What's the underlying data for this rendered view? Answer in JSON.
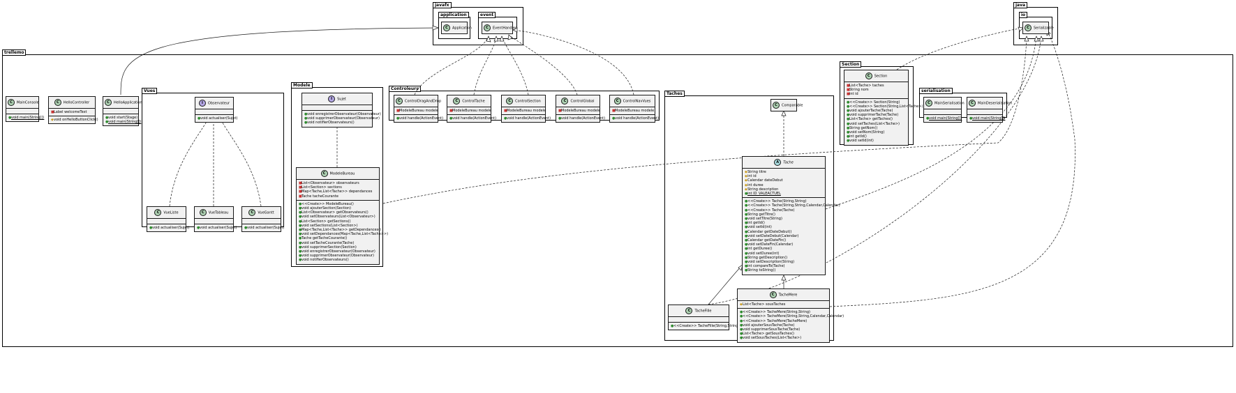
{
  "packages": {
    "javafx": "javafx",
    "application": "application",
    "event": "event",
    "java": "java",
    "io": "io",
    "trellemo": "trellemo",
    "vues": "Vues",
    "modele": "Modele",
    "controleurs": "Controleurs",
    "taches": "Taches",
    "section": "Section",
    "serialisation": "serialisation"
  },
  "classes": {
    "application": {
      "kind": "C",
      "name": "Application"
    },
    "eventhandler": {
      "kind": "C",
      "name": "EventHandler"
    },
    "serializable": {
      "kind": "C",
      "name": "Serializable"
    },
    "mainconsole": {
      "kind": "C",
      "name": "MainConsole",
      "fields": [],
      "methods": [
        {
          "v": "+",
          "t": "void main(String[])",
          "u": true
        }
      ]
    },
    "hellocontroller": {
      "kind": "C",
      "name": "HelloController",
      "fields": [
        {
          "v": "-",
          "t": "Label welcomeText"
        }
      ],
      "methods": [
        {
          "v": "#",
          "t": "void onHelloButtonClick()"
        }
      ]
    },
    "helloapplication": {
      "kind": "C",
      "name": "HelloApplication",
      "fields": [],
      "methods": [
        {
          "v": "+",
          "t": "void start(Stage)"
        },
        {
          "v": "+",
          "t": "void main(String[])",
          "u": true
        }
      ]
    },
    "observateur": {
      "kind": "I",
      "name": "Observateur",
      "fields": [],
      "methods": [
        {
          "v": "+",
          "t": "void actualiser(Sujet)"
        }
      ]
    },
    "vueliste": {
      "kind": "C",
      "name": "VueListe",
      "fields": [],
      "methods": [
        {
          "v": "+",
          "t": "void actualiser(Sujet)"
        }
      ]
    },
    "vuetableau": {
      "kind": "C",
      "name": "VueTableau",
      "fields": [],
      "methods": [
        {
          "v": "+",
          "t": "void actualiser(Sujet)"
        }
      ]
    },
    "vuegantt": {
      "kind": "C",
      "name": "VueGantt",
      "fields": [],
      "methods": [
        {
          "v": "+",
          "t": "void actualiser(Sujet)"
        }
      ]
    },
    "sujet": {
      "kind": "I",
      "name": "Sujet",
      "fields": [],
      "methods": [
        {
          "v": "+",
          "t": "void enregistrerObservateur(Observateur)"
        },
        {
          "v": "+",
          "t": "void supprimerObservateur(Observateur)"
        },
        {
          "v": "+",
          "t": "void notifierObservateurs()"
        }
      ]
    },
    "modelebureau": {
      "kind": "C",
      "name": "ModeleBureau",
      "fields": [
        {
          "v": "-",
          "t": "List<Observateur> observateurs"
        },
        {
          "v": "-",
          "t": "List<Section> sections"
        },
        {
          "v": "-",
          "t": "Map<Tache,List<Tache>> dependances"
        },
        {
          "v": "-",
          "t": "Tache tacheCourante"
        }
      ],
      "methods": [
        {
          "v": "+",
          "t": "<<Create>> ModeleBureau()"
        },
        {
          "v": "+",
          "t": "void ajouterSection(Section)"
        },
        {
          "v": "+",
          "t": "List<Observateur> getObservateurs()"
        },
        {
          "v": "+",
          "t": "void setObservateurs(List<Observateur>)"
        },
        {
          "v": "+",
          "t": "List<Section> getSections()"
        },
        {
          "v": "+",
          "t": "void setSections(List<Section>)"
        },
        {
          "v": "+",
          "t": "Map<Tache,List<Tache>> getDependances()"
        },
        {
          "v": "+",
          "t": "void setDependances(Map<Tache,List<Tache>>)"
        },
        {
          "v": "+",
          "t": "Tache getTacheCourante()"
        },
        {
          "v": "+",
          "t": "void setTacheCourante(Tache)"
        },
        {
          "v": "+",
          "t": "void supprimerSection(Section)"
        },
        {
          "v": "+",
          "t": "void enregistrerObservateur(Observateur)"
        },
        {
          "v": "+",
          "t": "void supprimerObservateur(Observateur)"
        },
        {
          "v": "+",
          "t": "void notifierObservateurs()"
        }
      ]
    },
    "controldraganddrop": {
      "kind": "C",
      "name": "ControlDragAndDrop",
      "fields": [
        {
          "v": "-",
          "t": "ModeleBureau modele"
        }
      ],
      "methods": [
        {
          "v": "+",
          "t": "void handle(ActionEvent)"
        }
      ]
    },
    "controltache": {
      "kind": "C",
      "name": "ControlTache",
      "fields": [
        {
          "v": "-",
          "t": "ModeleBureau modele"
        }
      ],
      "methods": [
        {
          "v": "+",
          "t": "void handle(ActionEvent)"
        }
      ]
    },
    "controlsection": {
      "kind": "C",
      "name": "ControlSection",
      "fields": [
        {
          "v": "-",
          "t": "ModeleBureau modele"
        }
      ],
      "methods": [
        {
          "v": "+",
          "t": "void handle(ActionEvent)"
        }
      ]
    },
    "controlglobal": {
      "kind": "C",
      "name": "ControlGlobal",
      "fields": [
        {
          "v": "-",
          "t": "ModeleBureau modele"
        }
      ],
      "methods": [
        {
          "v": "+",
          "t": "void handle(ActionEvent)"
        }
      ]
    },
    "controlnavvues": {
      "kind": "C",
      "name": "ControlNavVues",
      "fields": [
        {
          "v": "-",
          "t": "ModeleBureau modele"
        }
      ],
      "methods": [
        {
          "v": "+",
          "t": "void handle(ActionEvent)"
        }
      ]
    },
    "comparable": {
      "kind": "C",
      "name": "Comparable"
    },
    "tache": {
      "kind": "A",
      "name": "Tache",
      "fields": [
        {
          "v": "#",
          "t": "String titre"
        },
        {
          "v": "#",
          "t": "int id"
        },
        {
          "v": "#",
          "t": "Calendar dateDebut"
        },
        {
          "v": "#",
          "t": "int duree"
        },
        {
          "v": "#",
          "t": "String description"
        },
        {
          "v": "+",
          "t": "int ID_VALEACTUEL",
          "u": true
        }
      ],
      "methods": [
        {
          "v": "+",
          "t": "<<Create>> Tache(String,String)"
        },
        {
          "v": "+",
          "t": "<<Create>> Tache(String,String,Calendar,Calendar)"
        },
        {
          "v": "+",
          "t": "<<Create>> Tache(Tache)"
        },
        {
          "v": "+",
          "t": "String getTitre()"
        },
        {
          "v": "+",
          "t": "void setTitre(String)"
        },
        {
          "v": "+",
          "t": "int getId()"
        },
        {
          "v": "+",
          "t": "void setId(int)"
        },
        {
          "v": "+",
          "t": "Calendar getDateDebut()"
        },
        {
          "v": "+",
          "t": "void setDateDebut(Calendar)"
        },
        {
          "v": "+",
          "t": "Calendar getDateFin()"
        },
        {
          "v": "+",
          "t": "void setDateFin(Calendar)"
        },
        {
          "v": "+",
          "t": "int getDuree()"
        },
        {
          "v": "+",
          "t": "void setDuree(int)"
        },
        {
          "v": "+",
          "t": "String getDescription()"
        },
        {
          "v": "+",
          "t": "void setDescription(String)"
        },
        {
          "v": "+",
          "t": "int compareTo(Tache)"
        },
        {
          "v": "+",
          "t": "String toString()"
        }
      ]
    },
    "tachefille": {
      "kind": "C",
      "name": "TacheFille",
      "fields": [],
      "methods": [
        {
          "v": "+",
          "t": "<<Create>> TacheFille(String,String)"
        }
      ]
    },
    "tachemere": {
      "kind": "C",
      "name": "TacheMere",
      "fields": [
        {
          "v": "#",
          "t": "List<Tache> sousTaches"
        }
      ],
      "methods": [
        {
          "v": "+",
          "t": "<<Create>> TacheMere(String,String)"
        },
        {
          "v": "+",
          "t": "<<Create>> TacheMere(String,String,Calendar,Calendar)"
        },
        {
          "v": "+",
          "t": "<<Create>> TacheMere(TacheMere)"
        },
        {
          "v": "+",
          "t": "void ajouterSousTache(Tache)"
        },
        {
          "v": "+",
          "t": "void supprimerSousTache(Tache)"
        },
        {
          "v": "+",
          "t": "List<Tache> getSousTaches()"
        },
        {
          "v": "+",
          "t": "void setSousTaches(List<Tache>)"
        }
      ]
    },
    "section": {
      "kind": "C",
      "name": "Section",
      "fields": [
        {
          "v": "-",
          "t": "List<Tache> taches"
        },
        {
          "v": "-",
          "t": "String nom"
        },
        {
          "v": "-",
          "t": "int id"
        }
      ],
      "methods": [
        {
          "v": "+",
          "t": "<<Create>> Section(String)"
        },
        {
          "v": "+",
          "t": "<<Create>> Section(String,List<Tache>)"
        },
        {
          "v": "+",
          "t": "void ajouterTache(Tache)"
        },
        {
          "v": "+",
          "t": "void supprimerTache(Tache)"
        },
        {
          "v": "+",
          "t": "List<Tache> getTaches()"
        },
        {
          "v": "+",
          "t": "void setTaches(List<Tache>)"
        },
        {
          "v": "+",
          "t": "String getNom()"
        },
        {
          "v": "+",
          "t": "void setNom(String)"
        },
        {
          "v": "+",
          "t": "int getId()"
        },
        {
          "v": "+",
          "t": "void setId(int)"
        }
      ]
    },
    "mainserialisation": {
      "kind": "C",
      "name": "MainSerialisation",
      "fields": [],
      "methods": [
        {
          "v": "+",
          "t": "void main(String[])",
          "u": true
        }
      ]
    },
    "maindeserialisation": {
      "kind": "C",
      "name": "MainDeserialisation",
      "fields": [],
      "methods": [
        {
          "v": "+",
          "t": "void main(String[])",
          "u": true
        }
      ]
    }
  },
  "colors": {
    "class_header": "#add1b2",
    "interface_header": "#b4a7e5",
    "abstract_header": "#a9dcdf",
    "box_fill": "#f1f1f1",
    "line": "#181818"
  }
}
